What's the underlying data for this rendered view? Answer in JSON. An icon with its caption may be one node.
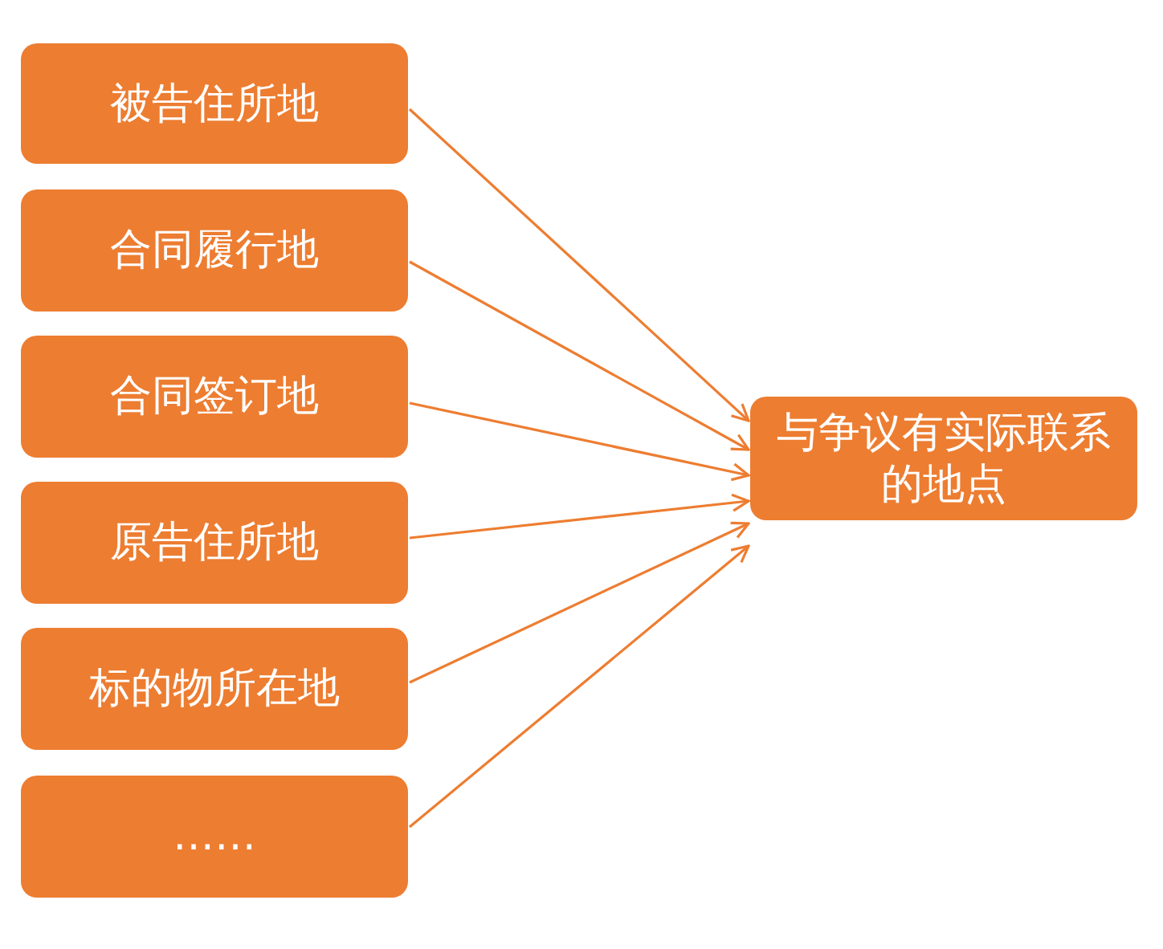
{
  "diagram": {
    "nodes": [
      {
        "text": [
          "被告住所地"
        ]
      },
      {
        "text": [
          "合同履行地"
        ]
      },
      {
        "text": [
          "合同签订地"
        ]
      },
      {
        "text": [
          "原告住所地"
        ]
      },
      {
        "text": [
          "标的物所在地"
        ]
      },
      {
        "text": [
          "……"
        ]
      },
      {
        "text": [
          "与争议有实际联系的地点"
        ]
      }
    ],
    "edges": [
      {
        "from": 0,
        "to": 6,
        "arrow": "to"
      },
      {
        "from": 1,
        "to": 6,
        "arrow": "to"
      },
      {
        "from": 2,
        "to": 6,
        "arrow": "to"
      },
      {
        "from": 3,
        "to": 6,
        "arrow": "to"
      },
      {
        "from": 4,
        "to": 6,
        "arrow": "to"
      },
      {
        "from": 5,
        "to": 6,
        "arrow": "to"
      }
    ]
  }
}
